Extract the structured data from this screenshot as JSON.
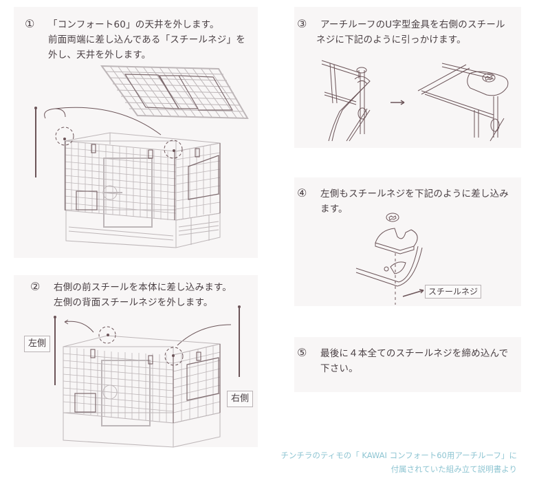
{
  "steps": [
    {
      "number": "①",
      "lines": [
        "「コンフォート60」の天井を外します。",
        "前面両端に差し込んである「スチールネジ」を",
        "外し、天井を外します。"
      ]
    },
    {
      "number": "②",
      "lines": [
        "右側の前スチールを本体に差し込みます。",
        "左側の背面スチールネジを外します。"
      ],
      "labels": {
        "left": "左側",
        "right": "右側"
      }
    },
    {
      "number": "③",
      "lines": [
        "アーチルーフのU字型金具を右側のスチール",
        "ネジに下記のように引っかけます。"
      ],
      "arrow": "→"
    },
    {
      "number": "④",
      "lines": [
        "左側もスチールネジを下記のように差し込み",
        "ます。"
      ],
      "callout": "スチールネジ"
    },
    {
      "number": "⑤",
      "lines": [
        "最後に４本全てのスチールネジを締め込んで",
        "下さい。"
      ]
    }
  ],
  "caption": {
    "line1": "チンチラのティモの「 KAWAI コンフォート60用アーチルーフ」に",
    "line2": "付属されていた組み立て説明書より"
  },
  "colors": {
    "text": "#4a4044",
    "caption": "#8ec5d2",
    "panel_bg": "#f8f6f6",
    "line_dark": "#6b5458",
    "line_light": "#bdb6b8"
  }
}
